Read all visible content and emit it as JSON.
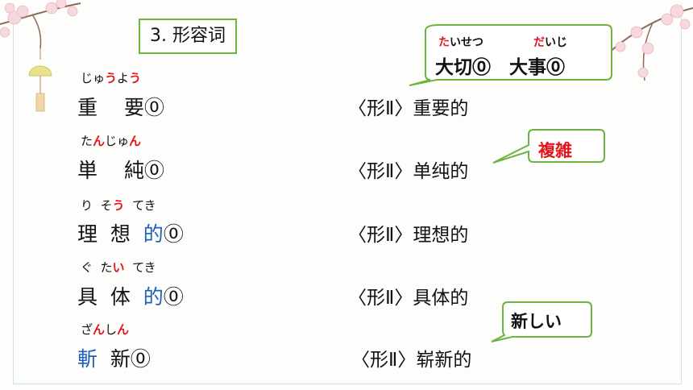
{
  "title": "3. 形容词",
  "callouts": {
    "taisetsu_ruby_hl": "た",
    "taisetsu_ruby_rest": "いせつ",
    "daiji_ruby_hl": "だ",
    "daiji_ruby_rest": "いじ",
    "word": "大切⓪　大事⓪",
    "fukuzatsu": "複雑",
    "atarashii": "新しい"
  },
  "rows": [
    {
      "ruby": [
        {
          "t": "じゅ",
          "hl": false
        },
        {
          "t": "う",
          "hl": true
        },
        {
          "t": "よ",
          "hl": false
        },
        {
          "t": "う",
          "hl": true
        }
      ],
      "word": [
        {
          "t": "重　 要⓪",
          "blue": false
        }
      ],
      "deriv": "〈形Ⅱ〉重要的"
    },
    {
      "ruby": [
        {
          "t": "た",
          "hl": false
        },
        {
          "t": "ん",
          "hl": true
        },
        {
          "t": "じゅ",
          "hl": false
        },
        {
          "t": "ん",
          "hl": true
        }
      ],
      "word": [
        {
          "t": "単　 純⓪",
          "blue": false
        }
      ],
      "deriv": "〈形Ⅱ〉单纯的"
    },
    {
      "ruby": [
        {
          "t": "り  そ",
          "hl": false
        },
        {
          "t": "う",
          "hl": true
        },
        {
          "t": "  てき",
          "hl": false
        }
      ],
      "word": [
        {
          "t": "理  想  ",
          "blue": false
        },
        {
          "t": "的",
          "blue": true
        },
        {
          "t": "⓪",
          "blue": false
        }
      ],
      "deriv": "〈形Ⅱ〉理想的"
    },
    {
      "ruby": [
        {
          "t": "ぐ  た",
          "hl": false
        },
        {
          "t": "い",
          "hl": true
        },
        {
          "t": "  てき",
          "hl": false
        }
      ],
      "word": [
        {
          "t": "具  体  ",
          "blue": false
        },
        {
          "t": "的",
          "blue": true
        },
        {
          "t": "⓪",
          "blue": false
        }
      ],
      "deriv": "〈形Ⅱ〉具体的"
    },
    {
      "ruby": [
        {
          "t": "ざ",
          "hl": false
        },
        {
          "t": "ん",
          "hl": true
        },
        {
          "t": "し",
          "hl": false
        },
        {
          "t": "ん",
          "hl": true
        }
      ],
      "word": [
        {
          "t": "斬",
          "blue": true
        },
        {
          "t": "  新⓪",
          "blue": false
        }
      ],
      "deriv": "〈形Ⅱ〉崭新的"
    }
  ]
}
